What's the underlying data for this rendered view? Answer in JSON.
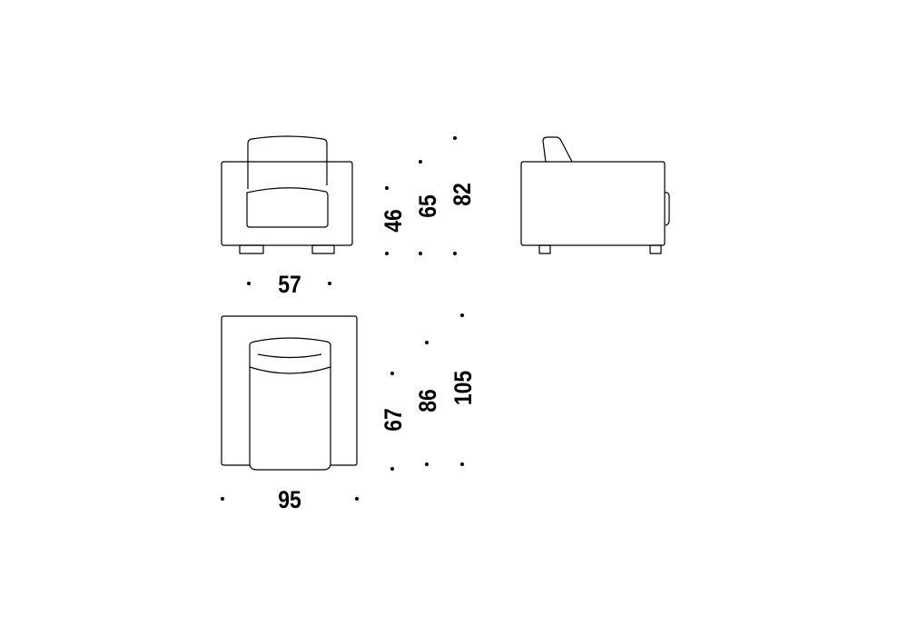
{
  "front_view": {
    "seat_height": "46",
    "arm_height": "65",
    "total_height": "82",
    "depth_label": "57"
  },
  "plan_view": {
    "seat_depth": "67",
    "inner_depth": "86",
    "total_depth": "105",
    "width": "95"
  },
  "colors": {
    "line": "#000000",
    "background": "#ffffff"
  }
}
